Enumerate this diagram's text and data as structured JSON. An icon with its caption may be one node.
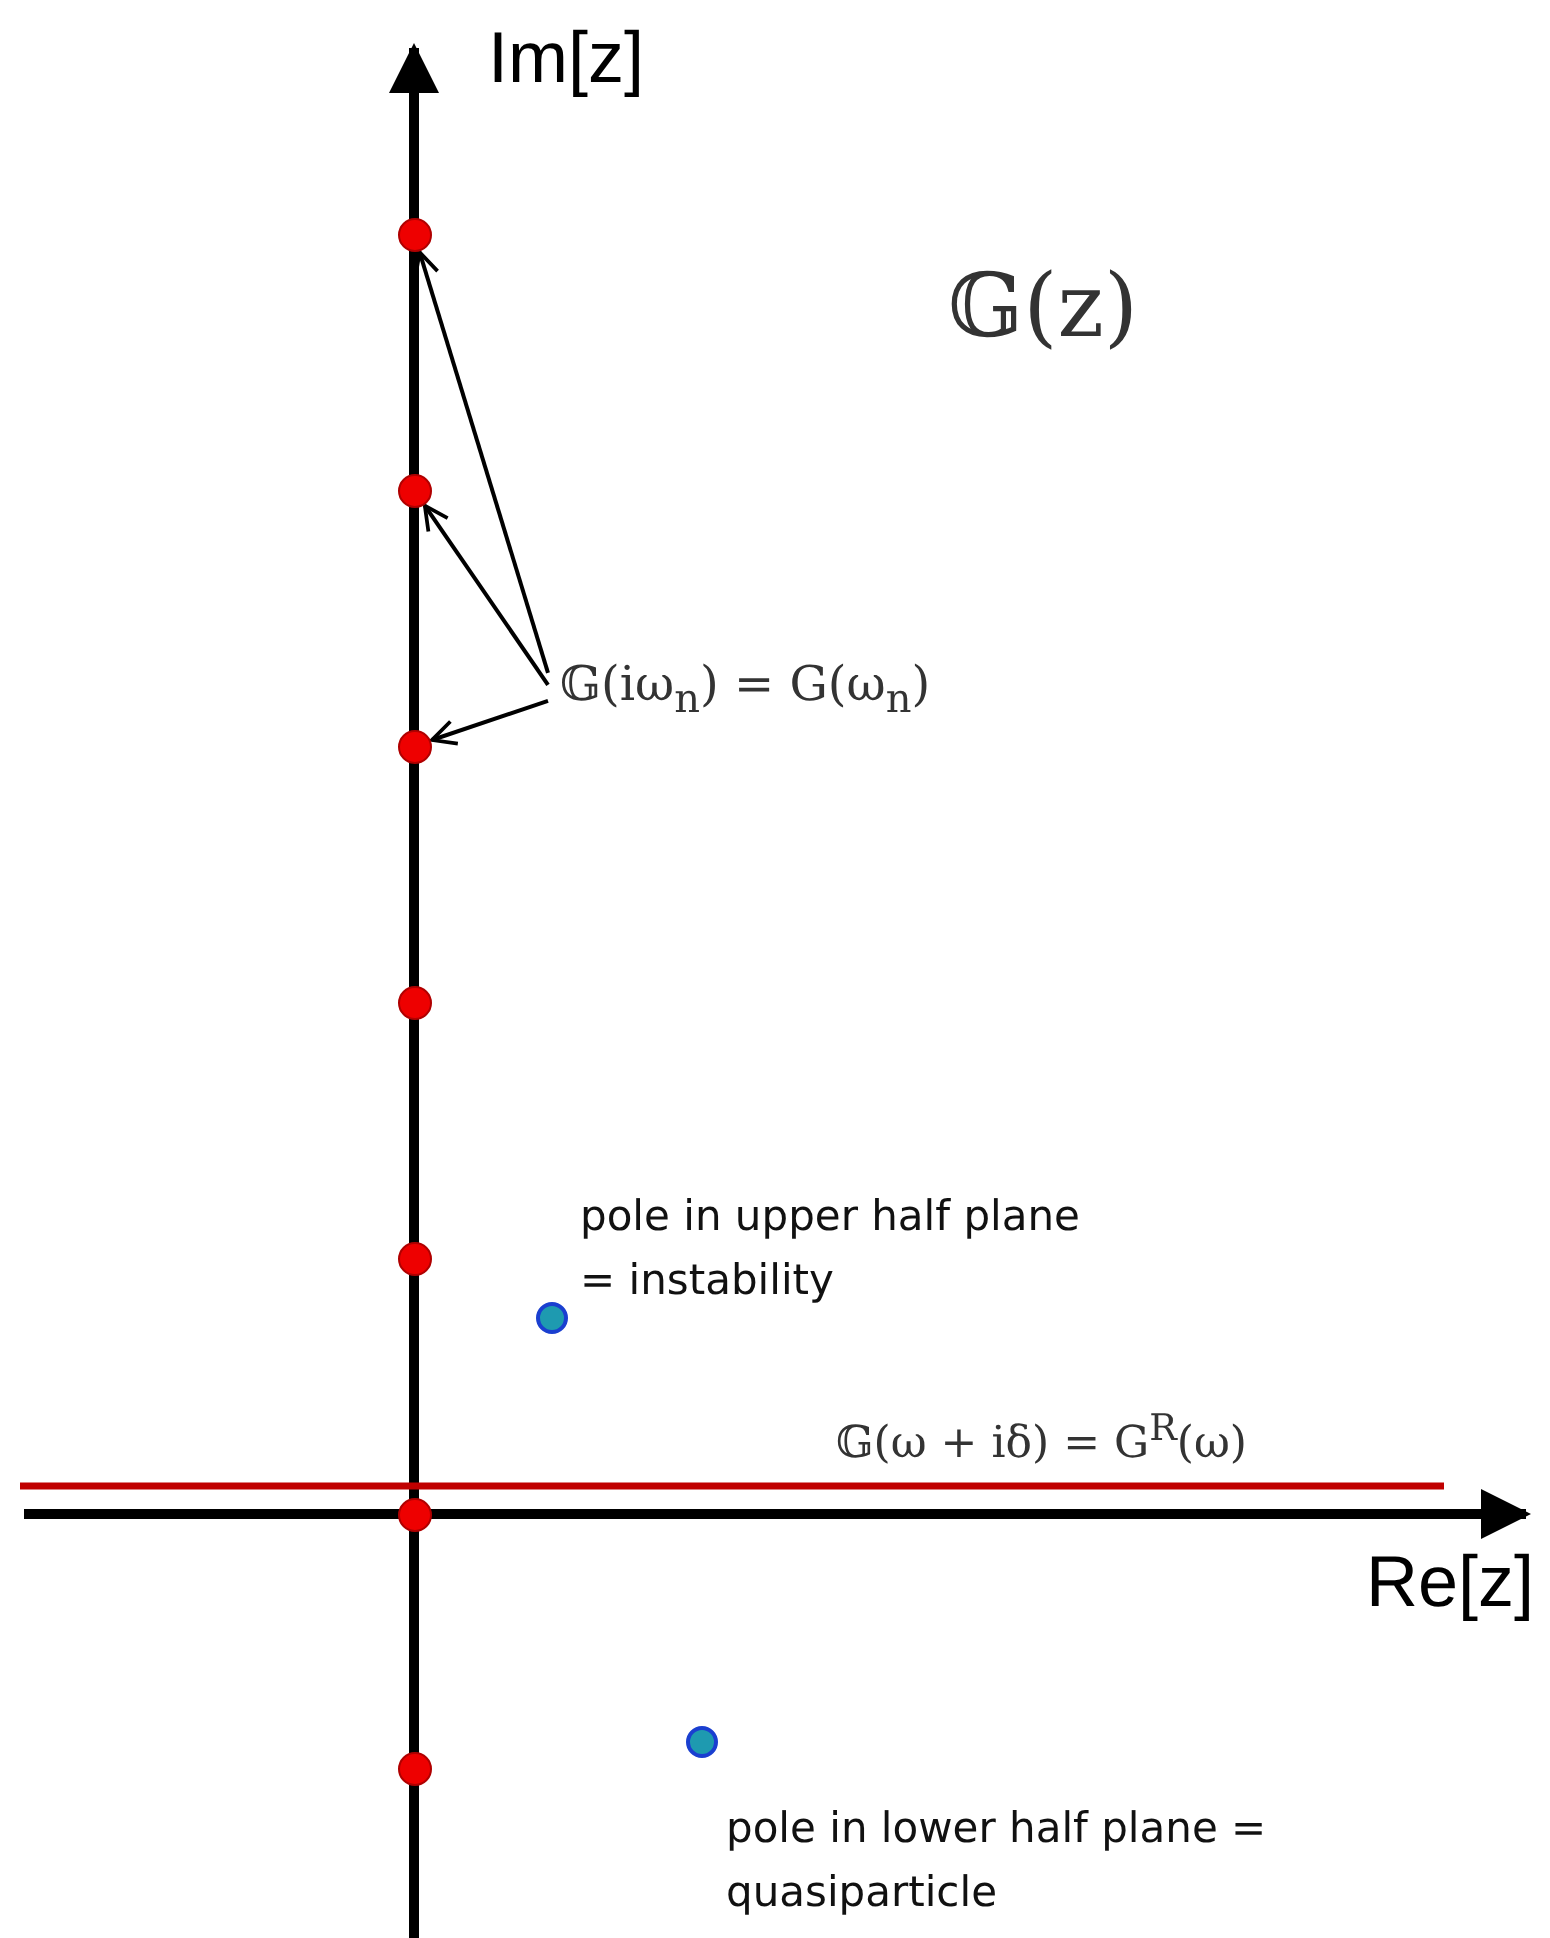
{
  "diagram": {
    "nodes": [
      {
        "text": [],
        "shape": "circle"
      },
      {
        "text": [],
        "shape": "circle"
      },
      {
        "text": [
          "𝔾(iω$_{n}$) = G(ω$_{n}$)"
        ]
      },
      {
        "text": [],
        "shape": "circle"
      },
      {
        "text": [],
        "shape": "circle"
      },
      {
        "text": [],
        "shape": "circle"
      },
      {
        "text": [],
        "shape": "circle",
        "beside": [
          "pole in upper half plane = instability"
        ]
      },
      {
        "text": [],
        "shape": "circle"
      },
      {
        "text": [],
        "shape": "circle",
        "beside": [
          "pole in lower half plane = quasiparticle"
        ]
      },
      {
        "text": [],
        "shape": "circle"
      }
    ],
    "edges": [
      {
        "from": 2,
        "to": 0,
        "arrow": "to"
      },
      {
        "from": 2,
        "to": 1,
        "arrow": "to"
      },
      {
        "from": 2,
        "to": 3,
        "arrow": "to"
      }
    ],
    "labels": [
      "Im[z]",
      "𝔾(z)",
      "𝔾(ω + iδ) = G$^{R}$(ω)",
      "Re[z]"
    ]
  }
}
